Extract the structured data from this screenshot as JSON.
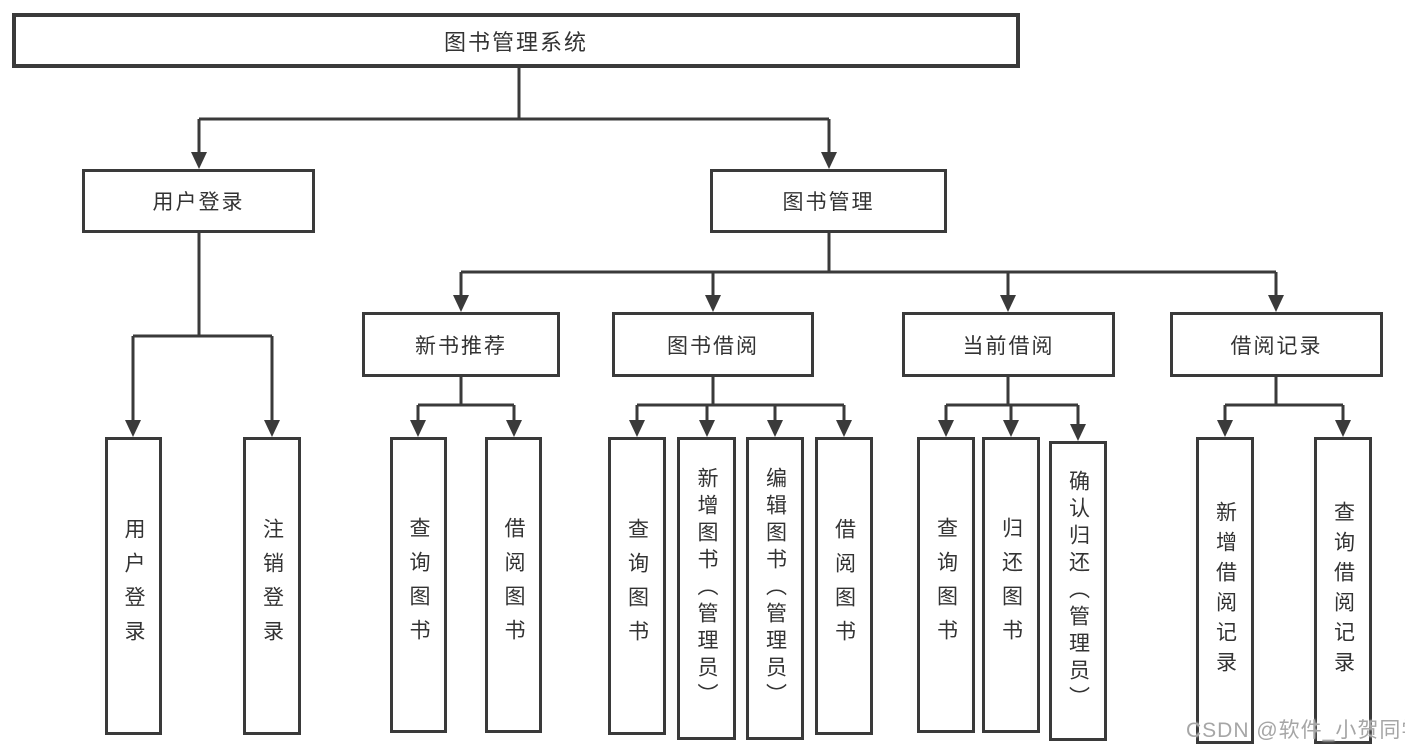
{
  "tree": {
    "label": "图书管理系统",
    "children": [
      {
        "label": "用户登录",
        "children": [
          {
            "label": "用户登录"
          },
          {
            "label": "注销登录"
          }
        ]
      },
      {
        "label": "图书管理",
        "children": [
          {
            "label": "新书推荐",
            "children": [
              {
                "label": "查询图书"
              },
              {
                "label": "借阅图书"
              }
            ]
          },
          {
            "label": "图书借阅",
            "children": [
              {
                "label": "查询图书"
              },
              {
                "label": "新增图书（管理员）"
              },
              {
                "label": "编辑图书（管理员）"
              },
              {
                "label": "借阅图书"
              }
            ]
          },
          {
            "label": "当前借阅",
            "children": [
              {
                "label": "查询图书"
              },
              {
                "label": "归还图书"
              },
              {
                "label": "确认归还（管理员）"
              }
            ]
          },
          {
            "label": "借阅记录",
            "children": [
              {
                "label": "新增借阅记录"
              },
              {
                "label": "查询借阅记录"
              }
            ]
          }
        ]
      }
    ]
  },
  "watermark": {
    "text": "CSDN @软件_小贺同学"
  },
  "colors": {
    "line": "#3a3a3a",
    "text": "#333333",
    "background": "#ffffff",
    "watermark": "#a6a6a6"
  }
}
